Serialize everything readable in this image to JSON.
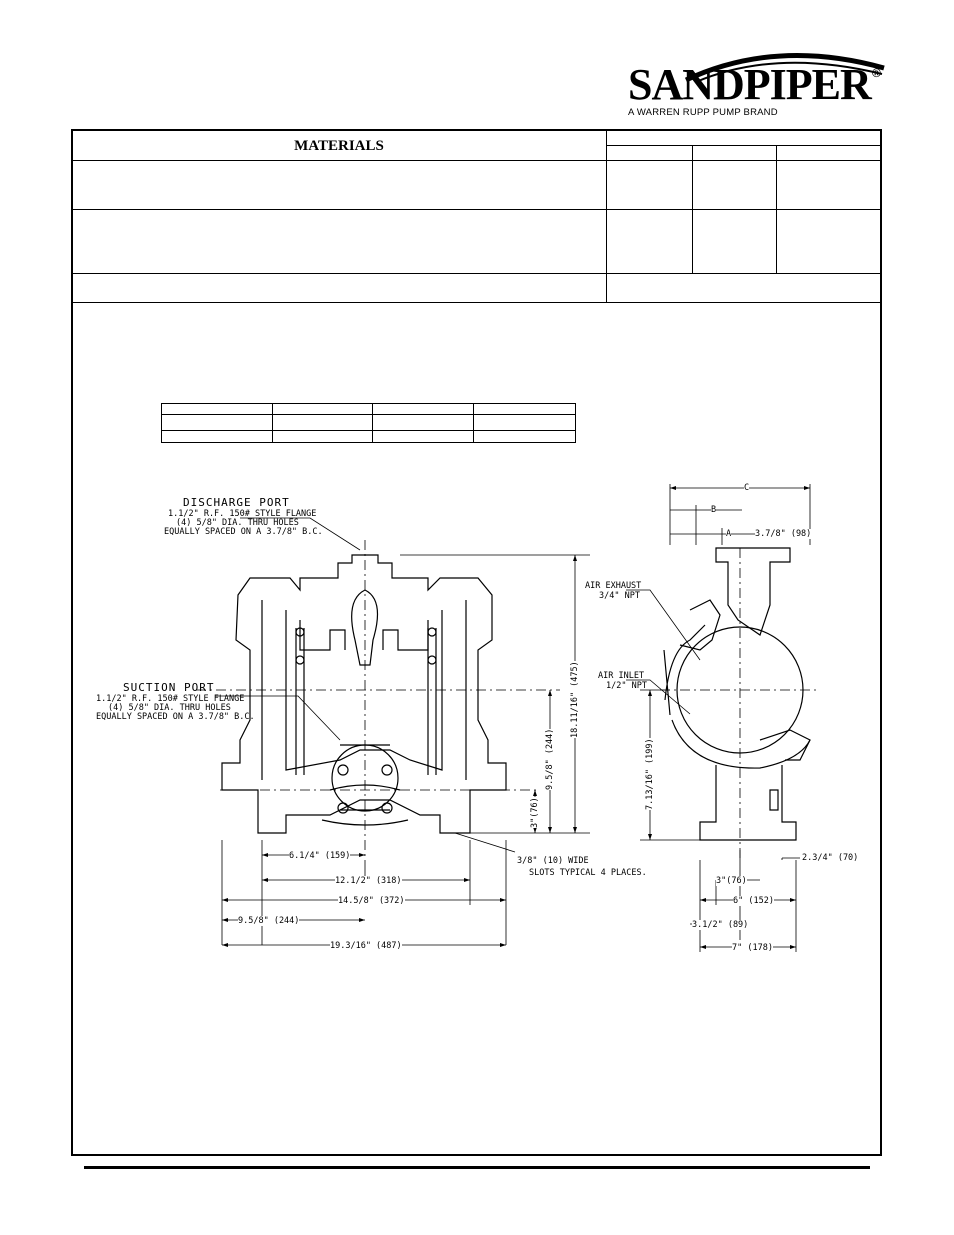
{
  "brand": {
    "name": "SANDPIPER",
    "registered": "®",
    "tagline": "A WARREN RUPP PUMP BRAND"
  },
  "materials": {
    "title": "MATERIALS"
  },
  "drawing": {
    "discharge": {
      "title": "DISCHARGE PORT",
      "line1": "1.1/2\" R.F. 150# STYLE FLANGE",
      "line2": "(4) 5/8\" DIA. THRU HOLES",
      "line3": "EQUALLY SPACED ON A 3.7/8\" B.C."
    },
    "suction": {
      "title": "SUCTION PORT",
      "line1": "1.1/2\" R.F. 150# STYLE FLANGE",
      "line2": "(4) 5/8\" DIA. THRU HOLES",
      "line3": "EQUALLY SPACED ON A 3.7/8\" B.C."
    },
    "air_exhaust": {
      "title": "AIR EXHAUST",
      "size": "3/4\" NPT"
    },
    "air_inlet": {
      "title": "AIR INLET",
      "size": "1/2\" NPT"
    },
    "slots": {
      "line1": "3/8\" (10) WIDE",
      "line2": "SLOTS TYPICAL 4 PLACES."
    },
    "dims": {
      "d_6_1_4": "6.1/4\" (159)",
      "d_12_1_2": "12.1/2\" (318)",
      "d_14_5_8": "14.5/8\" (372)",
      "d_9_5_8_h": "9.5/8\" (244)",
      "d_19_3_16": "19.3/16\" (487)",
      "d_18_11_16": "18.11/16\" (475)",
      "d_9_5_8_v": "9.5/8\" (244)",
      "d_3_v": "3\"(76)",
      "d_7_13_16": "7.13/16\" (199)",
      "letter_c": "C",
      "letter_b": "B",
      "letter_a": "A",
      "d_3_7_8": "3.7/8\" (98)",
      "d_2_3_4": "2.3/4\" (70)",
      "d_3_h": "3\"(76)",
      "d_6": "6\" (152)",
      "d_3_1_2": "3.1/2\" (89)",
      "d_7": "7\" (178)"
    }
  }
}
